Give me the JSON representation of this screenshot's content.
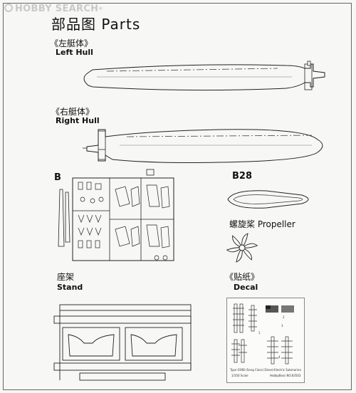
{
  "watermark": {
    "brand": "HOBBY SEARCH",
    "registered": "®"
  },
  "page": {
    "title": "部品图 Parts"
  },
  "left_hull": {
    "label_cn": "《左艇体》",
    "label_en": "Left Hull"
  },
  "right_hull": {
    "label_cn": "《右艇体》",
    "label_en": "Right Hull"
  },
  "sprue_b": {
    "letter": "B"
  },
  "b28": {
    "letter": "B28"
  },
  "propeller": {
    "label": "螺旋桨 Propeller"
  },
  "stand": {
    "label_cn": "座架",
    "label_en": "Stand"
  },
  "decal": {
    "label_cn": "《贴纸》",
    "label_en": "Decal",
    "sheet_numbers": [
      "2",
      "3",
      "1",
      "4"
    ],
    "caption_line1": "Type 039B (Song Class) Diesel-Electric Submarine",
    "caption_line2_left": "1/350 Scale",
    "caption_line2_right": "HobbyBoss NO.83502"
  }
}
